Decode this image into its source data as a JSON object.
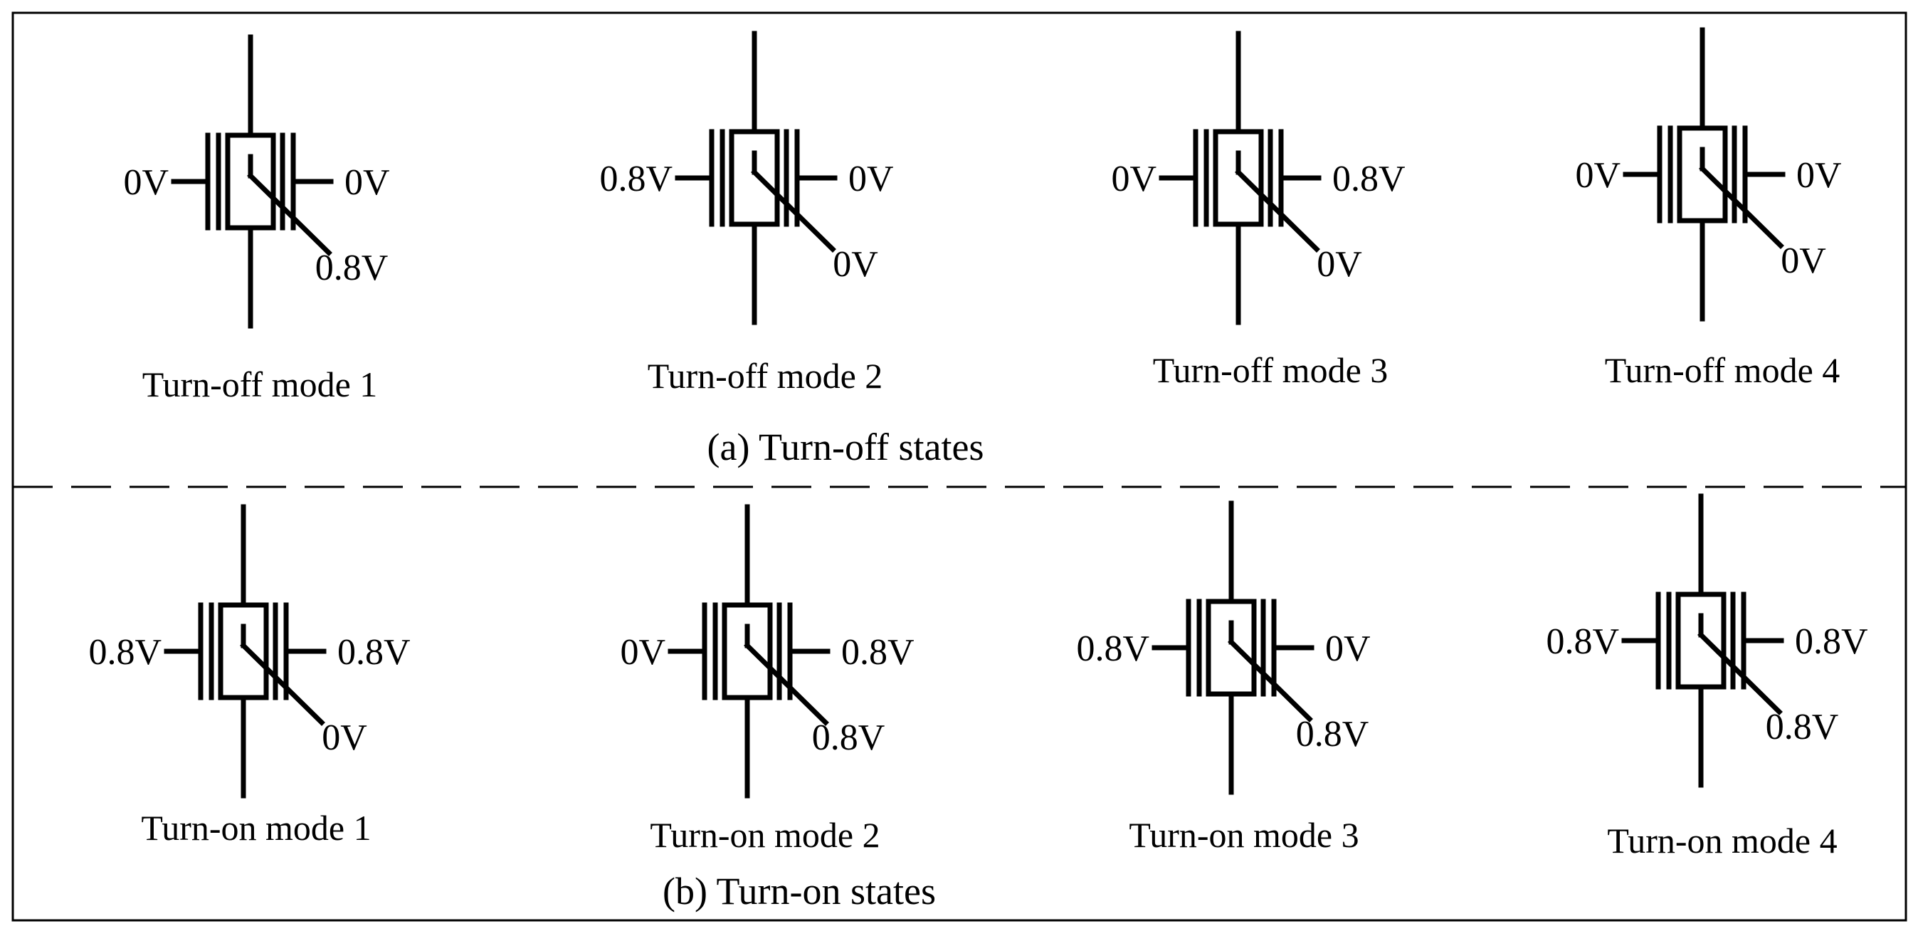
{
  "sections": [
    {
      "caption": "(a) Turn-off states",
      "devices": [
        {
          "mode_label": "Turn-off mode 1",
          "left_voltage": "0V",
          "right_voltage": "0V",
          "lower_right_voltage": "0.8V"
        },
        {
          "mode_label": "Turn-off mode 2",
          "left_voltage": "0.8V",
          "right_voltage": "0V",
          "lower_right_voltage": "0V"
        },
        {
          "mode_label": "Turn-off mode 3",
          "left_voltage": "0V",
          "right_voltage": "0.8V",
          "lower_right_voltage": "0V"
        },
        {
          "mode_label": "Turn-off mode 4",
          "left_voltage": "0V",
          "right_voltage": "0V",
          "lower_right_voltage": "0V"
        }
      ]
    },
    {
      "caption": "(b) Turn-on states",
      "devices": [
        {
          "mode_label": "Turn-on mode 1",
          "left_voltage": "0.8V",
          "right_voltage": "0.8V",
          "lower_right_voltage": "0V"
        },
        {
          "mode_label": "Turn-on mode 2",
          "left_voltage": "0V",
          "right_voltage": "0.8V",
          "lower_right_voltage": "0.8V"
        },
        {
          "mode_label": "Turn-on mode 3",
          "left_voltage": "0.8V",
          "right_voltage": "0V",
          "lower_right_voltage": "0.8V"
        },
        {
          "mode_label": "Turn-on mode 4",
          "left_voltage": "0.8V",
          "right_voltage": "0.8V",
          "lower_right_voltage": "0.8V"
        }
      ]
    }
  ]
}
